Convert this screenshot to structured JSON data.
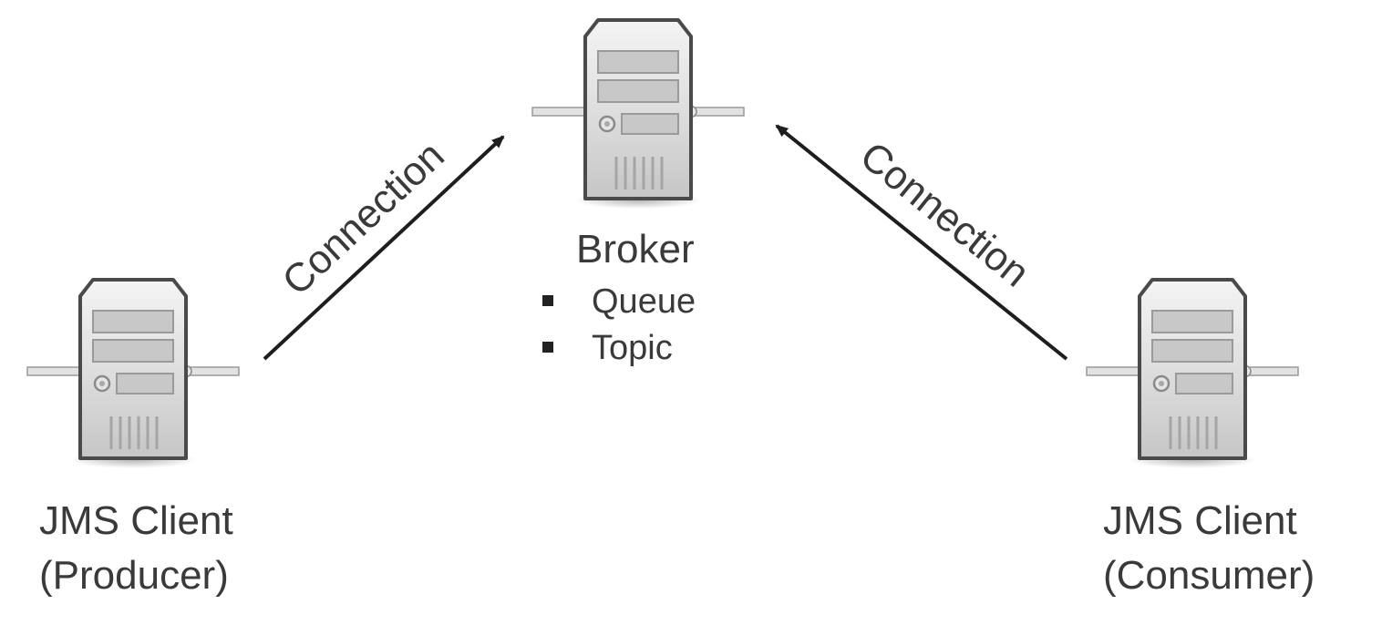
{
  "nodes": {
    "broker": {
      "title": "Broker",
      "items": [
        "Queue",
        "Topic"
      ]
    },
    "producer": {
      "line1": "JMS Client",
      "line2": "(Producer)"
    },
    "consumer": {
      "line1": "JMS Client",
      "line2": "(Consumer)"
    }
  },
  "edges": {
    "producer_to_broker": {
      "label": "Connection"
    },
    "consumer_to_broker": {
      "label": "Connection"
    }
  },
  "colors": {
    "text": "#3a3a3a",
    "arrow": "#1e1e1e",
    "server_body": "#d9d9d9",
    "server_outline": "#4a4a4a"
  },
  "icons": {
    "server": "server-tower-icon"
  }
}
